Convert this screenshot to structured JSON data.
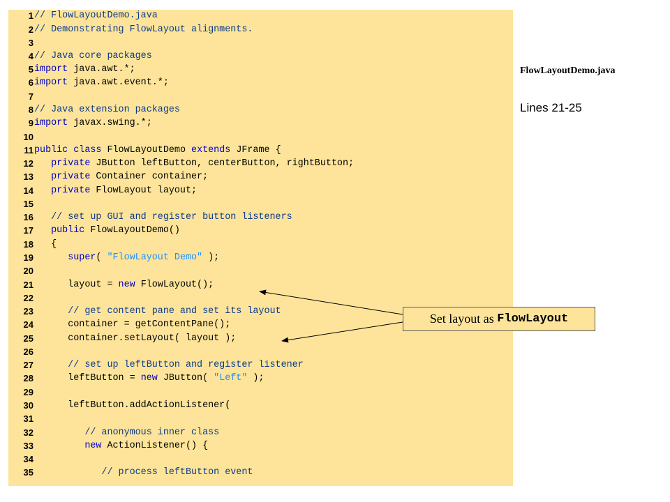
{
  "code_lines": [
    {
      "n": "1",
      "parts": [
        {
          "t": "// FlowLayoutDemo.java",
          "c": "c"
        }
      ]
    },
    {
      "n": "2",
      "parts": [
        {
          "t": "// Demonstrating FlowLayout alignments.",
          "c": "c"
        }
      ]
    },
    {
      "n": "3",
      "parts": []
    },
    {
      "n": "4",
      "parts": [
        {
          "t": "// Java core packages",
          "c": "c"
        }
      ]
    },
    {
      "n": "5",
      "parts": [
        {
          "t": "import",
          "c": "k"
        },
        {
          "t": " java.awt.*;",
          "c": ""
        }
      ]
    },
    {
      "n": "6",
      "parts": [
        {
          "t": "import",
          "c": "k"
        },
        {
          "t": " java.awt.event.*;",
          "c": ""
        }
      ]
    },
    {
      "n": "7",
      "parts": []
    },
    {
      "n": "8",
      "parts": [
        {
          "t": "// Java extension packages",
          "c": "c"
        }
      ]
    },
    {
      "n": "9",
      "parts": [
        {
          "t": "import",
          "c": "k"
        },
        {
          "t": " javax.swing.*;",
          "c": ""
        }
      ]
    },
    {
      "n": "10",
      "parts": []
    },
    {
      "n": "11",
      "parts": [
        {
          "t": "public",
          "c": "k"
        },
        {
          "t": " ",
          "c": ""
        },
        {
          "t": "class",
          "c": "k"
        },
        {
          "t": " FlowLayoutDemo ",
          "c": ""
        },
        {
          "t": "extends",
          "c": "k"
        },
        {
          "t": " JFrame {",
          "c": ""
        }
      ]
    },
    {
      "n": "12",
      "parts": [
        {
          "t": "   ",
          "c": ""
        },
        {
          "t": "private",
          "c": "k"
        },
        {
          "t": " JButton leftButton, centerButton, rightButton;",
          "c": ""
        }
      ]
    },
    {
      "n": "13",
      "parts": [
        {
          "t": "   ",
          "c": ""
        },
        {
          "t": "private",
          "c": "k"
        },
        {
          "t": " Container container;",
          "c": ""
        }
      ]
    },
    {
      "n": "14",
      "parts": [
        {
          "t": "   ",
          "c": ""
        },
        {
          "t": "private",
          "c": "k"
        },
        {
          "t": " FlowLayout layout;",
          "c": ""
        }
      ]
    },
    {
      "n": "15",
      "parts": []
    },
    {
      "n": "16",
      "parts": [
        {
          "t": "   // set up GUI and register button listeners",
          "c": "c"
        }
      ]
    },
    {
      "n": "17",
      "parts": [
        {
          "t": "   ",
          "c": ""
        },
        {
          "t": "public",
          "c": "k"
        },
        {
          "t": " FlowLayoutDemo()",
          "c": ""
        }
      ]
    },
    {
      "n": "18",
      "parts": [
        {
          "t": "   {",
          "c": ""
        }
      ]
    },
    {
      "n": "19",
      "parts": [
        {
          "t": "      ",
          "c": ""
        },
        {
          "t": "super",
          "c": "k"
        },
        {
          "t": "( ",
          "c": ""
        },
        {
          "t": "\"FlowLayout Demo\"",
          "c": "s"
        },
        {
          "t": " );",
          "c": ""
        }
      ]
    },
    {
      "n": "20",
      "parts": []
    },
    {
      "n": "21",
      "parts": [
        {
          "t": "      layout = ",
          "c": ""
        },
        {
          "t": "new",
          "c": "k"
        },
        {
          "t": " FlowLayout();",
          "c": ""
        }
      ]
    },
    {
      "n": "22",
      "parts": []
    },
    {
      "n": "23",
      "parts": [
        {
          "t": "      // get content pane and set its layout",
          "c": "c"
        }
      ]
    },
    {
      "n": "24",
      "parts": [
        {
          "t": "      container = getContentPane();",
          "c": ""
        }
      ]
    },
    {
      "n": "25",
      "parts": [
        {
          "t": "      container.setLayout( layout );",
          "c": ""
        }
      ]
    },
    {
      "n": "26",
      "parts": []
    },
    {
      "n": "27",
      "parts": [
        {
          "t": "      // set up leftButton and register listener",
          "c": "c"
        }
      ]
    },
    {
      "n": "28",
      "parts": [
        {
          "t": "      leftButton = ",
          "c": ""
        },
        {
          "t": "new",
          "c": "k"
        },
        {
          "t": " JButton( ",
          "c": ""
        },
        {
          "t": "\"Left\"",
          "c": "s"
        },
        {
          "t": " );",
          "c": ""
        }
      ]
    },
    {
      "n": "29",
      "parts": []
    },
    {
      "n": "30",
      "parts": [
        {
          "t": "      leftButton.addActionListener(",
          "c": ""
        }
      ]
    },
    {
      "n": "31",
      "parts": []
    },
    {
      "n": "32",
      "parts": [
        {
          "t": "         // anonymous inner class",
          "c": "c"
        }
      ]
    },
    {
      "n": "33",
      "parts": [
        {
          "t": "         ",
          "c": ""
        },
        {
          "t": "new",
          "c": "k"
        },
        {
          "t": " ActionListener() {",
          "c": ""
        }
      ]
    },
    {
      "n": "34",
      "parts": []
    },
    {
      "n": "35",
      "parts": [
        {
          "t": "            // process leftButton event",
          "c": "c"
        }
      ]
    }
  ],
  "sidebar": {
    "file_name": "FlowLayoutDemo.java",
    "lines_ref": "Lines 21-25"
  },
  "callout": {
    "prefix": "Set layout as ",
    "code": "FlowLayout"
  }
}
